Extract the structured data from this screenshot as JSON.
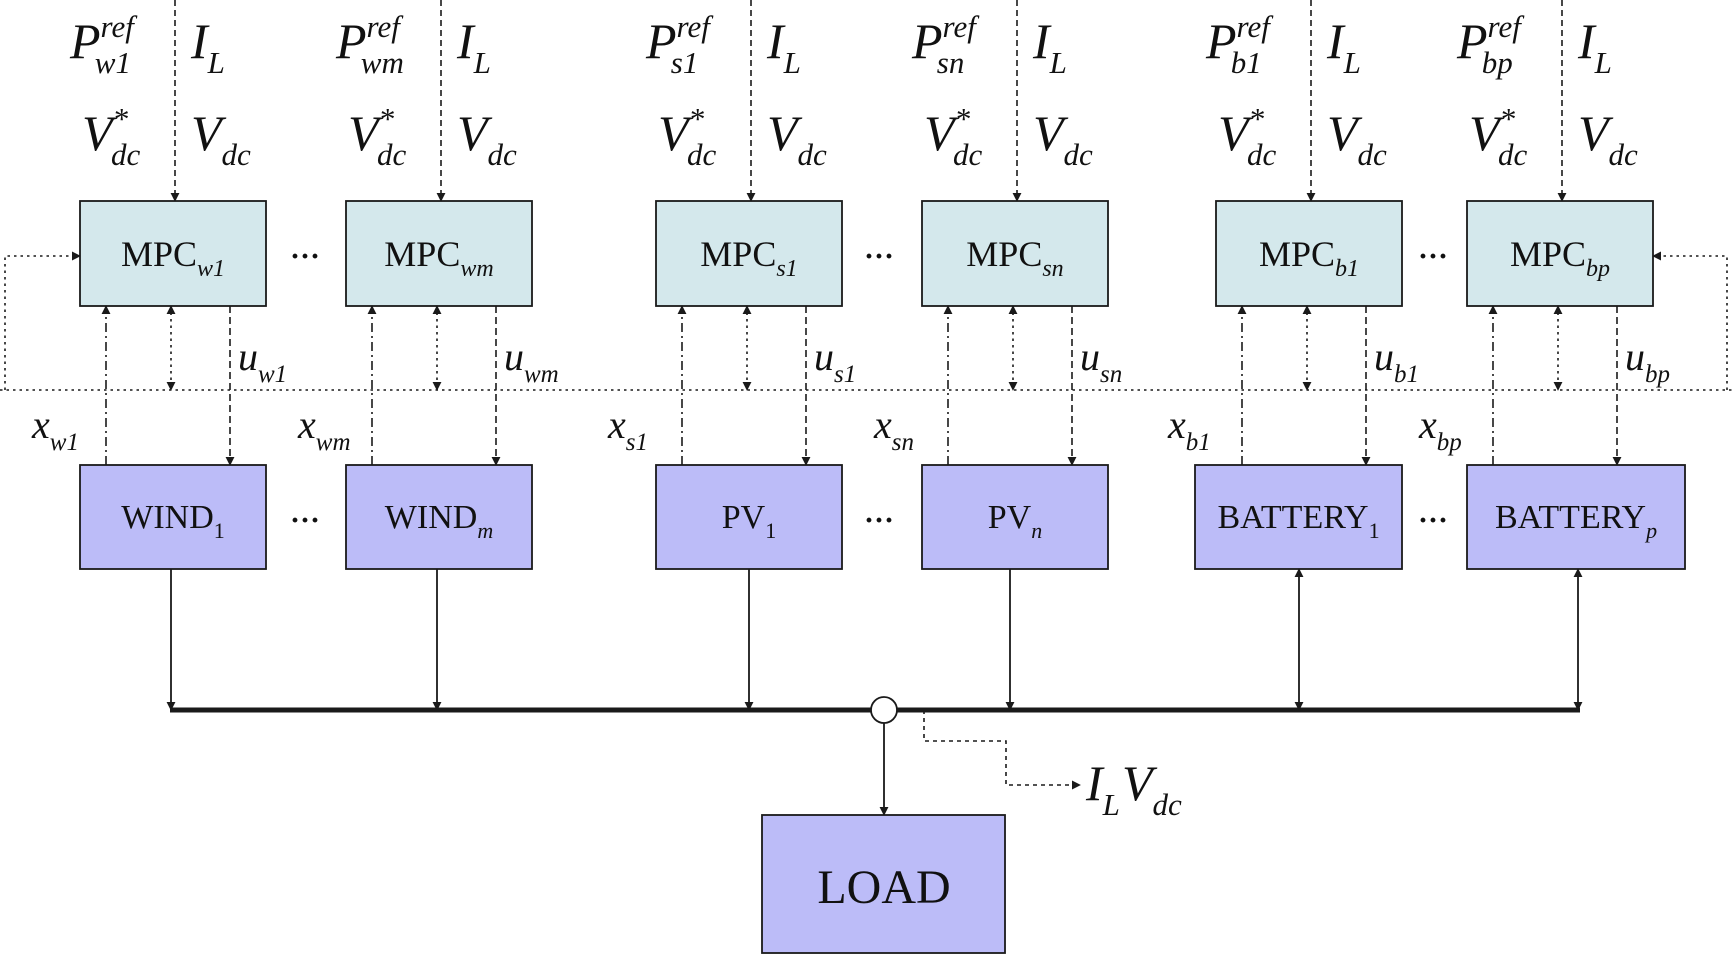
{
  "colors": {
    "mpc_fill": "#d4e8ec",
    "source_fill": "#bcbcf8",
    "line": "#1a1a1a",
    "background": "#ffffff"
  },
  "groups": [
    {
      "id": "wind",
      "units": [
        {
          "mpc": {
            "base": "MPC",
            "sub": "w1",
            "sub_italic": true
          },
          "source": {
            "base": "WIND",
            "sub": "1",
            "sub_italic": false
          },
          "inputs": {
            "p": {
              "base": "P",
              "sup": "ref",
              "sub": "w1"
            },
            "i": {
              "base": "I",
              "sub": "L"
            },
            "vstar": {
              "base": "V",
              "sup": "*",
              "sub": "dc"
            },
            "v": {
              "base": "V",
              "sub": "dc"
            }
          },
          "u": {
            "base": "u",
            "sub": "w1"
          },
          "x": {
            "base": "x",
            "sub": "w1"
          }
        },
        {
          "mpc": {
            "base": "MPC",
            "sub": "wm",
            "sub_italic": true
          },
          "source": {
            "base": "WIND",
            "sub": "m",
            "sub_italic": true
          },
          "inputs": {
            "p": {
              "base": "P",
              "sup": "ref",
              "sub": "wm"
            },
            "i": {
              "base": "I",
              "sub": "L"
            },
            "vstar": {
              "base": "V",
              "sup": "*",
              "sub": "dc"
            },
            "v": {
              "base": "V",
              "sub": "dc"
            }
          },
          "u": {
            "base": "u",
            "sub": "wm"
          },
          "x": {
            "base": "x",
            "sub": "wm"
          }
        }
      ]
    },
    {
      "id": "pv",
      "units": [
        {
          "mpc": {
            "base": "MPC",
            "sub": "s1",
            "sub_italic": true
          },
          "source": {
            "base": "PV",
            "sub": "1",
            "sub_italic": false
          },
          "inputs": {
            "p": {
              "base": "P",
              "sup": "ref",
              "sub": "s1"
            },
            "i": {
              "base": "I",
              "sub": "L"
            },
            "vstar": {
              "base": "V",
              "sup": "*",
              "sub": "dc"
            },
            "v": {
              "base": "V",
              "sub": "dc"
            }
          },
          "u": {
            "base": "u",
            "sub": "s1"
          },
          "x": {
            "base": "x",
            "sub": "s1"
          }
        },
        {
          "mpc": {
            "base": "MPC",
            "sub": "sn",
            "sub_italic": true
          },
          "source": {
            "base": "PV",
            "sub": "n",
            "sub_italic": true
          },
          "inputs": {
            "p": {
              "base": "P",
              "sup": "ref",
              "sub": "sn"
            },
            "i": {
              "base": "I",
              "sub": "L"
            },
            "vstar": {
              "base": "V",
              "sup": "*",
              "sub": "dc"
            },
            "v": {
              "base": "V",
              "sub": "dc"
            }
          },
          "u": {
            "base": "u",
            "sub": "sn"
          },
          "x": {
            "base": "x",
            "sub": "sn"
          }
        }
      ]
    },
    {
      "id": "battery",
      "units": [
        {
          "mpc": {
            "base": "MPC",
            "sub": "b1",
            "sub_italic": true
          },
          "source": {
            "base": "BATTERY",
            "sub": "1",
            "sub_italic": false
          },
          "inputs": {
            "p": {
              "base": "P",
              "sup": "ref",
              "sub": "b1"
            },
            "i": {
              "base": "I",
              "sub": "L"
            },
            "vstar": {
              "base": "V",
              "sup": "*",
              "sub": "dc"
            },
            "v": {
              "base": "V",
              "sub": "dc"
            }
          },
          "u": {
            "base": "u",
            "sub": "b1"
          },
          "x": {
            "base": "x",
            "sub": "b1"
          }
        },
        {
          "mpc": {
            "base": "MPC",
            "sub": "bp",
            "sub_italic": true
          },
          "source": {
            "base": "BATTERY",
            "sub": "p",
            "sub_italic": true
          },
          "inputs": {
            "p": {
              "base": "P",
              "sup": "ref",
              "sub": "bp"
            },
            "i": {
              "base": "I",
              "sub": "L"
            },
            "vstar": {
              "base": "V",
              "sup": "*",
              "sub": "dc"
            },
            "v": {
              "base": "V",
              "sub": "dc"
            }
          },
          "u": {
            "base": "u",
            "sub": "bp"
          },
          "x": {
            "base": "x",
            "sub": "bp"
          }
        }
      ]
    }
  ],
  "ellipsis": "···",
  "load": {
    "label": "LOAD"
  },
  "output": {
    "i": {
      "base": "I",
      "sub": "L"
    },
    "v": {
      "base": "V",
      "sub": "dc"
    }
  }
}
